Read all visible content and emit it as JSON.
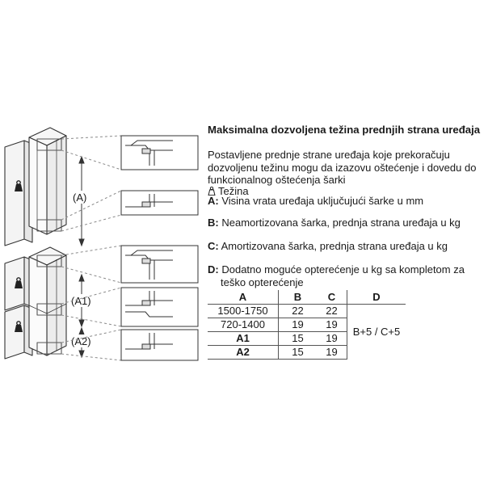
{
  "heading": "Maksimalna dozvoljena težina prednjih strana uređaja",
  "intro_lines": [
    "Postavljene prednje strane uređaja koje prekoračuju",
    "dozvoljenu težinu mogu da izazovu oštećenje i dovedu do",
    "funkcionalnog oštećenja šarki"
  ],
  "legend": {
    "weight_icon": "weight-icon",
    "weight_text": "Težina",
    "a_key": "A:",
    "a_text": "Visina vrata uređaja uključujući šarke u mm",
    "b_key": "B:",
    "b_text": "Neamortizovana šarka, prednja strana uređaja u kg",
    "c_key": "C:",
    "c_text": "Amortizovana šarka, prednja strana uređaja u kg",
    "d_key": "D:",
    "d_lines": [
      "Dodatno moguće opterećenje u kg sa kompletom za",
      "teško opterećenje"
    ]
  },
  "figure": {
    "label_a": "(A)",
    "label_a1": "(A1)",
    "label_a2": "(A2)",
    "line_color": "#333333",
    "dash_color": "#8a8a8a",
    "weight_icon": "weight-icon"
  },
  "table": {
    "headers": [
      "A",
      "B",
      "C",
      "D"
    ],
    "rows": [
      [
        "1500-1750",
        "22",
        "22"
      ],
      [
        "720-1400",
        "19",
        "19"
      ],
      [
        "A1",
        "15",
        "19"
      ],
      [
        "A2",
        "15",
        "19"
      ]
    ],
    "d_value": "B+5 / C+5"
  }
}
